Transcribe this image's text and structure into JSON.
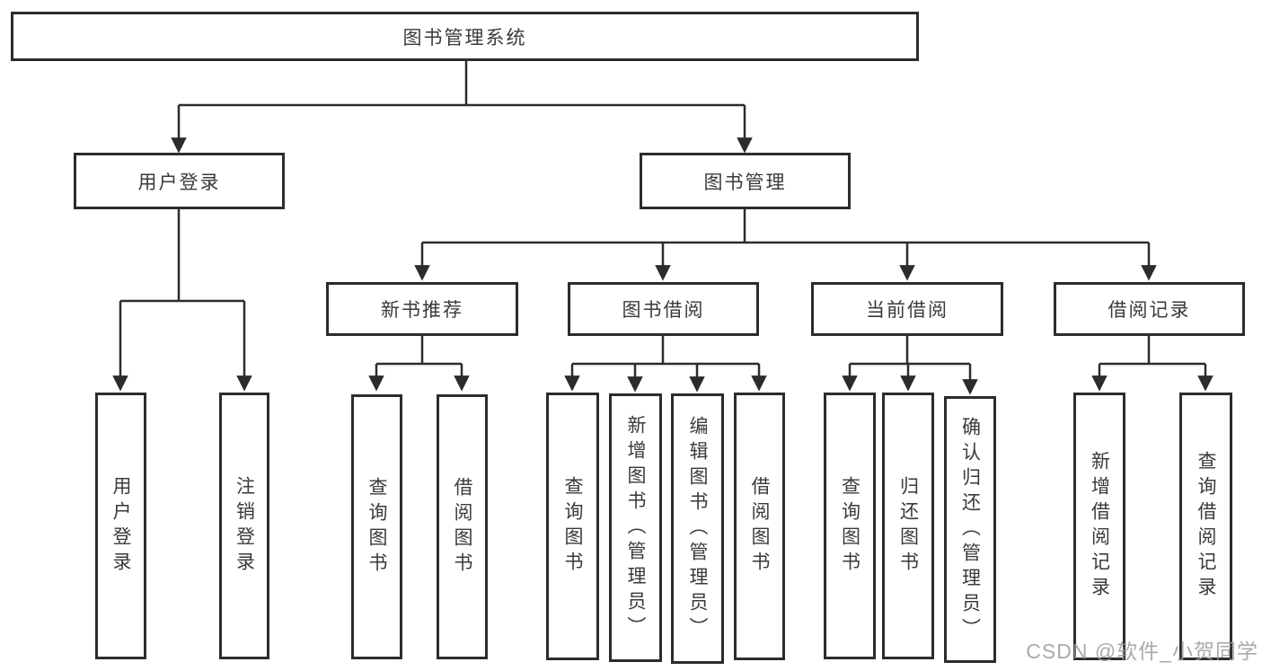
{
  "diagram": {
    "root": {
      "label": "图书管理系统"
    },
    "level2": [
      {
        "label": "用户登录"
      },
      {
        "label": "图书管理"
      }
    ],
    "level3": [
      {
        "label": "新书推荐"
      },
      {
        "label": "图书借阅"
      },
      {
        "label": "当前借阅"
      },
      {
        "label": "借阅记录"
      }
    ],
    "leaves": {
      "user_login": [
        {
          "label": "用户登录"
        },
        {
          "label": "注销登录"
        }
      ],
      "new_book": [
        {
          "label": "查询图书"
        },
        {
          "label": "借阅图书"
        }
      ],
      "book_borrow": [
        {
          "label": "查询图书"
        },
        {
          "label": "新增图书（管理员）"
        },
        {
          "label": "编辑图书（管理员）"
        },
        {
          "label": "借阅图书"
        }
      ],
      "current_borrow": [
        {
          "label": "查询图书"
        },
        {
          "label": "归还图书"
        },
        {
          "label": "确认归还（管理员）"
        }
      ],
      "borrow_records": [
        {
          "label": "新增借阅记录"
        },
        {
          "label": "查询借阅记录"
        }
      ]
    },
    "watermark": "CSDN @软件_小贺同学",
    "colors": {
      "line": "#2c2c2c",
      "text": "#3a3a3a",
      "watermark": "#9b9b9b",
      "background": "#ffffff"
    }
  }
}
